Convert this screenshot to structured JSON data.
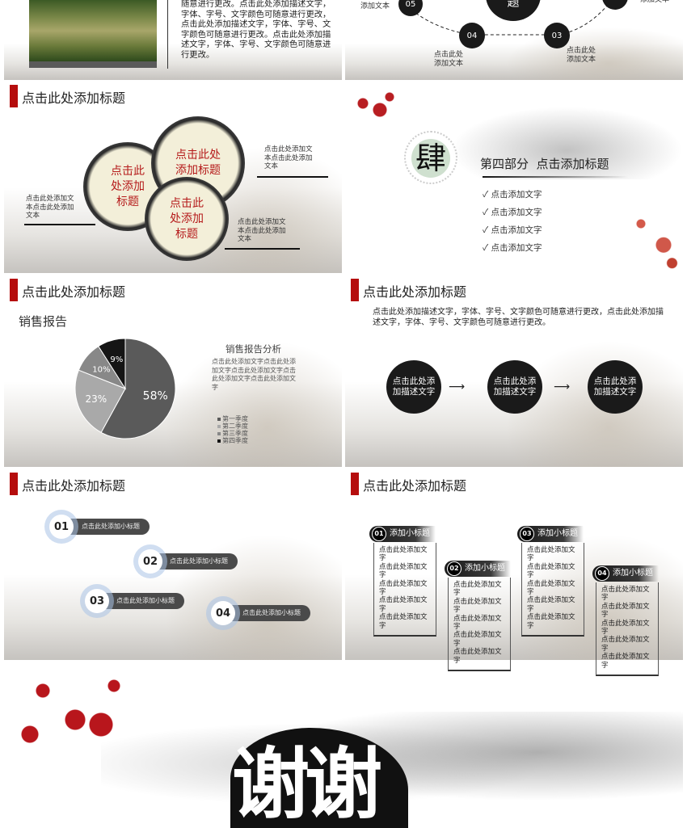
{
  "slide1": {
    "paragraph": "随意进行更改。点击此处添加描述文字，字体、字号、文字颜色可随意进行更改，点击此处添加描述文字，字体、字号、文字颜色可随意进行更改。点击此处添加描述文字，字体、字号、文字颜色可随意进行更改。"
  },
  "slide2": {
    "center_title": "添加小标题",
    "nodes": [
      "05",
      "04",
      "03"
    ],
    "label": "点击此处添加文本"
  },
  "slide3": {
    "title": "点击此处添加标题",
    "circles": [
      "点击此处添加标题",
      "点击此处添加标题",
      "点击此处添加标题"
    ],
    "notes": [
      "点击此处添加文本点击此处添加文本",
      "点击此处添加文本点击此处添加文本",
      "点击此处添加文本点击此处添加文本"
    ]
  },
  "slide4": {
    "numeral": "肆",
    "title": "第四部分  点击添加标题",
    "items": [
      "点击添加文字",
      "点击添加文字",
      "点击添加文字",
      "点击添加文字"
    ],
    "check_icon": "checkmark"
  },
  "slide5": {
    "title": "点击此处添加标题",
    "report_title": "销售报告",
    "analysis_title": "销售报告分析",
    "analysis_text": "点击此处添加文字点击此处添加文字点击此处添加文字点击此处添加文字点击此处添加文字"
  },
  "chart_data": {
    "type": "pie",
    "title": "销售报告",
    "categories": [
      "第一季度",
      "第二季度",
      "第三季度",
      "第四季度"
    ],
    "values": [
      58,
      23,
      10,
      9
    ],
    "labels": [
      "58%",
      "23%",
      "10%",
      "9%"
    ],
    "colors": [
      "#5a5a5a",
      "#a9a9a9",
      "#888888",
      "#151515"
    ],
    "legend": "bottom-right"
  },
  "slide6": {
    "title": "点击此处添加标题",
    "description": "点击此处添加描述文字，字体、字号、文字颜色可随意进行更改，点击此处添加描述文字，字体、字号、文字颜色可随意进行更改。",
    "steps": [
      "点击此处添加描述文字",
      "点击此处添加描述文字",
      "点击此处添加描述文字"
    ]
  },
  "slide7": {
    "title": "点击此处添加标题",
    "items": [
      {
        "num": "01",
        "label": "点击此处添加小标题"
      },
      {
        "num": "02",
        "label": "点击此处添加小标题"
      },
      {
        "num": "03",
        "label": "点击此处添加小标题"
      },
      {
        "num": "04",
        "label": "点击此处添加小标题"
      }
    ]
  },
  "slide8": {
    "title": "点击此处添加标题",
    "cards": [
      {
        "num": "01",
        "heading": "添加小标题",
        "line": "点击此处添加文字"
      },
      {
        "num": "02",
        "heading": "添加小标题",
        "line": "点击此处添加文字"
      },
      {
        "num": "03",
        "heading": "添加小标题",
        "line": "点击此处添加文字"
      },
      {
        "num": "04",
        "heading": "添加小标题",
        "line": "点击此处添加文字"
      }
    ]
  },
  "slide9": {
    "title": "谢谢"
  },
  "colors": {
    "accent": "#b50d0d",
    "ink": "#1a1a1a"
  }
}
